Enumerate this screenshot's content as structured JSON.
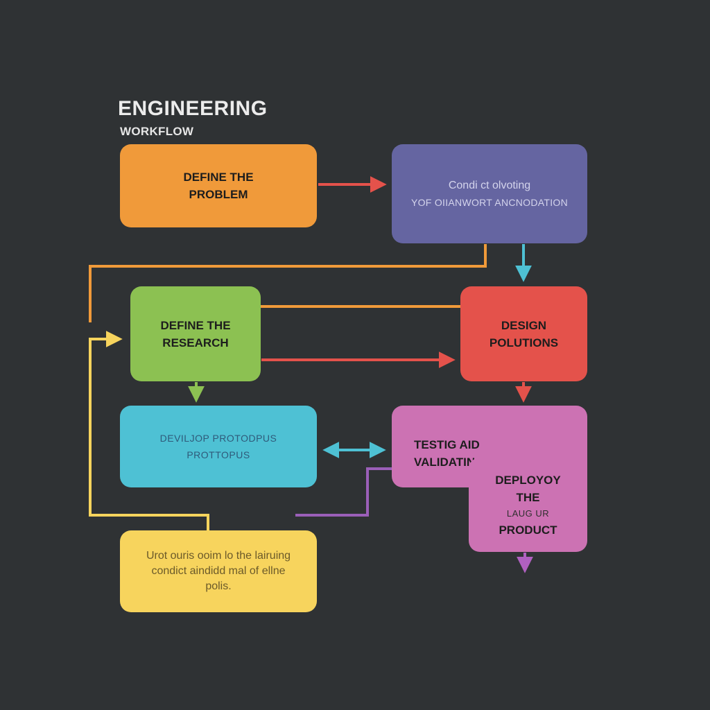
{
  "title": "ENGINEERING",
  "subtitle": "WORKFLOW",
  "colors": {
    "background": "#2f3234",
    "orange": "#f09a3a",
    "purple": "#6565a1",
    "green": "#8cc152",
    "red": "#e4524b",
    "cyan": "#4ec1d4",
    "pink": "#cc72b3",
    "yellow": "#f7d45d"
  },
  "boxes": {
    "define_problem": {
      "lines": [
        "DEFINE THE",
        "PROBLEM"
      ]
    },
    "conduct": {
      "lines": [
        "Condi ct olvoting",
        "YOF OIIANWORT ANCNODATION"
      ]
    },
    "define_research": {
      "lines": [
        "DEFINE THE",
        "RESEARCH"
      ]
    },
    "design": {
      "lines": [
        "DESIGN",
        "POLUTIONS"
      ]
    },
    "prototypes": {
      "lines": [
        "DEVILJOP PROTODPUS",
        "PROTTOPUS"
      ]
    },
    "testing": {
      "lines": [
        "TESTIG AID",
        "VALIDATING"
      ]
    },
    "deploy": {
      "lines": [
        "DEPLOYOY",
        "THE",
        "LAUG UR",
        "PRODUCT"
      ]
    },
    "yellow_note": {
      "lines": [
        "Urot ouris ooim lo the lairuing",
        "condict aindidd mal of ellne",
        "polis."
      ]
    }
  }
}
